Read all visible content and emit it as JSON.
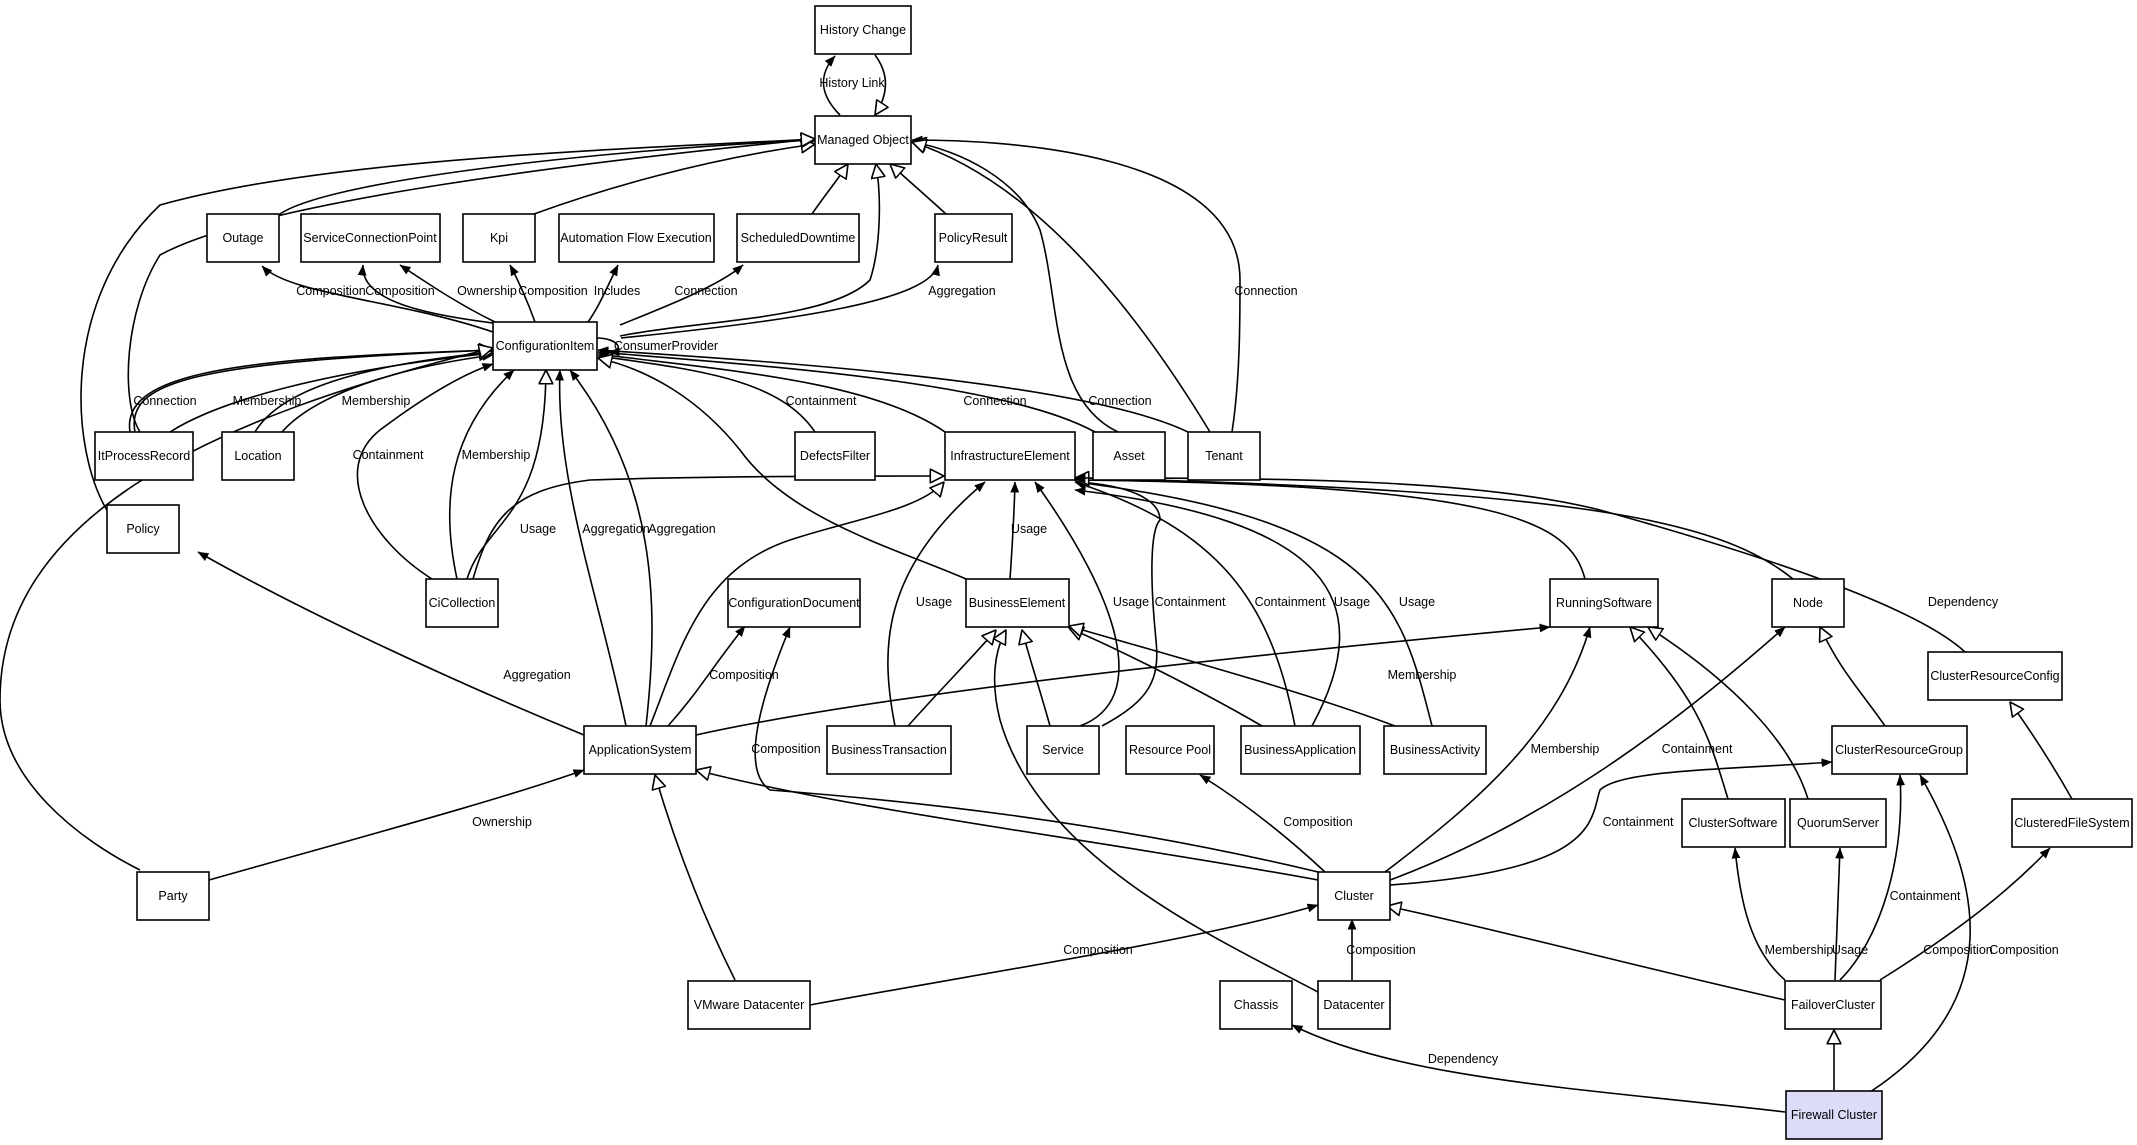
{
  "colors": {
    "highlight_node": "#dcdcf8"
  },
  "nodes": {
    "history_change": "History Change",
    "managed_object": "Managed Object",
    "outage": "Outage",
    "service_connection_point": "ServiceConnectionPoint",
    "kpi": "Kpi",
    "automation_flow_execution": "Automation Flow Execution",
    "scheduled_downtime": "ScheduledDowntime",
    "policy_result": "PolicyResult",
    "configuration_item": "ConfigurationItem",
    "it_process_record": "ItProcessRecord",
    "location": "Location",
    "defects_filter": "DefectsFilter",
    "infrastructure_element": "InfrastructureElement",
    "asset": "Asset",
    "tenant": "Tenant",
    "policy": "Policy",
    "ci_collection": "CiCollection",
    "configuration_document": "ConfigurationDocument",
    "business_element": "BusinessElement",
    "running_software": "RunningSoftware",
    "node": "Node",
    "cluster_resource_config": "ClusterResourceConfig",
    "application_system": "ApplicationSystem",
    "business_transaction": "BusinessTransaction",
    "service": "Service",
    "resource_pool": "Resource Pool",
    "business_application": "BusinessApplication",
    "business_activity": "BusinessActivity",
    "cluster_resource_group": "ClusterResourceGroup",
    "cluster_software": "ClusterSoftware",
    "quorum_server": "QuorumServer",
    "clustered_file_system": "ClusteredFileSystem",
    "party": "Party",
    "cluster": "Cluster",
    "vmware_datacenter": "VMware Datacenter",
    "chassis": "Chassis",
    "datacenter": "Datacenter",
    "failover_cluster": "FailoverCluster",
    "firewall_cluster": "Firewall Cluster"
  },
  "edge_labels": {
    "history_link": "History Link",
    "outage_composition": "Composition",
    "scp_composition": "Composition",
    "kpi_ownership": "Ownership",
    "kpi_composition": "Composition",
    "afe_includes": "Includes",
    "sd_connection": "Connection",
    "pr_aggregation": "Aggregation",
    "ci_consumer_provider": "ConsumerProvider",
    "ipr_connection": "Connection",
    "ipr_membership": "Membership",
    "loc_membership": "Membership",
    "df_containment": "Containment",
    "ie_connection": "Connection",
    "asset_connection": "Connection",
    "tenant_connection": "Connection",
    "coll_containment": "Containment",
    "coll_membership": "Membership",
    "coll_usage": "Usage",
    "as_aggregation_1": "Aggregation",
    "as_aggregation_2": "Aggregation",
    "be_usage": "Usage",
    "bt_usage": "Usage",
    "svc_usage": "Usage",
    "svc_containment": "Containment",
    "ba_containment": "Containment",
    "ba_usage": "Usage",
    "bact_usage": "Usage",
    "crc_dependency": "Dependency",
    "policy_aggregation": "Aggregation",
    "as_composition": "Composition",
    "bact_membership": "Membership",
    "cl_composition_doc": "Composition",
    "cl_membership": "Membership",
    "cl_containment_node": "Containment",
    "party_ownership": "Ownership",
    "rp_composition": "Composition",
    "cl_containment_crg": "Containment",
    "fc_containment": "Containment",
    "vm_composition": "Composition",
    "dc_composition": "Composition",
    "fc_membership": "Membership",
    "fc_usage": "Usage",
    "fc_composition": "Composition",
    "fw_composition": "Composition",
    "fw_dependency": "Dependency"
  }
}
